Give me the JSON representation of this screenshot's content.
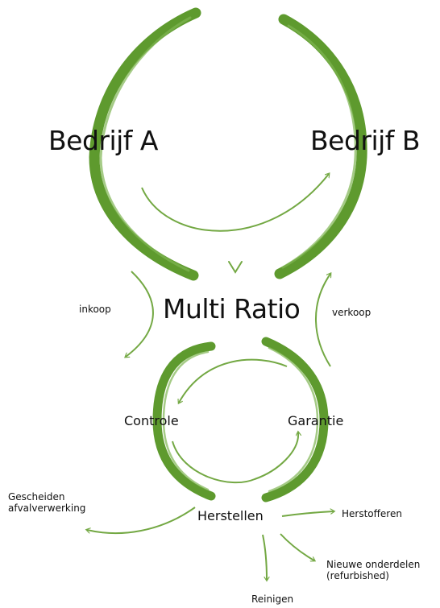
{
  "colors": {
    "brush": "#5e9a2e",
    "arrow": "#73a843",
    "text": "#111111"
  },
  "labels": {
    "company_a": "Bedrijf A",
    "company_b": "Bedrijf B",
    "center": "Multi Ratio",
    "purchase": "inkoop",
    "sales": "verkoop",
    "inspection": "Controle",
    "warranty": "Garantie",
    "repair": "Herstellen",
    "separated_waste": "Gescheiden afvalverwerking",
    "reupholster": "Herstofferen",
    "new_parts": "Nieuwe onderdelen (refurbished)",
    "cleaning": "Reinigen"
  }
}
